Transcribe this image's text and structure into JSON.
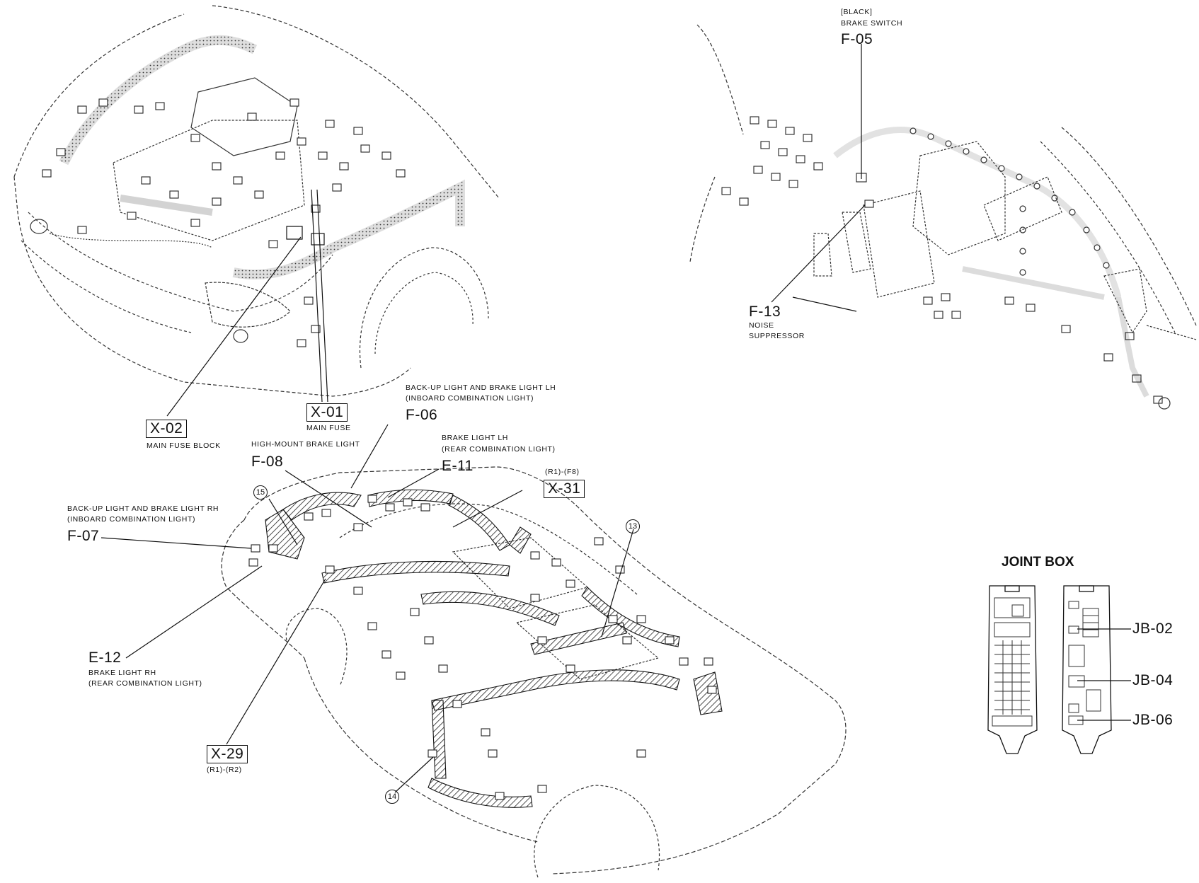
{
  "callouts": {
    "x02": {
      "code": "X-02",
      "desc": "MAIN FUSE BLOCK"
    },
    "x01": {
      "code": "X-01",
      "desc": "MAIN FUSE"
    },
    "f05": {
      "code": "F-05",
      "note": "[BLACK]",
      "desc": "BRAKE SWITCH"
    },
    "f13": {
      "code": "F-13",
      "desc1": "NOISE",
      "desc2": "SUPPRESSOR"
    },
    "f06": {
      "code": "F-06",
      "desc1": "BACK-UP LIGHT AND BRAKE LIGHT LH",
      "desc2": "(INBOARD COMBINATION LIGHT)"
    },
    "f08": {
      "code": "F-08",
      "desc": "HIGH-MOUNT BRAKE LIGHT"
    },
    "e11": {
      "code": "E-11",
      "desc1": "BRAKE LIGHT LH",
      "desc2": "(REAR COMBINATION LIGHT)"
    },
    "x31": {
      "code": "X-31",
      "note": "(R1)-(F8)"
    },
    "f07": {
      "code": "F-07",
      "desc1": "BACK-UP LIGHT AND BRAKE LIGHT RH",
      "desc2": "(INBOARD COMBINATION LIGHT)"
    },
    "e12": {
      "code": "E-12",
      "desc1": "BRAKE LIGHT RH",
      "desc2": "(REAR COMBINATION LIGHT)"
    },
    "x29": {
      "code": "X-29",
      "note": "(R1)-(R2)"
    }
  },
  "ground_points": {
    "g13": "13",
    "g14": "14",
    "g15": "15"
  },
  "joint_box": {
    "title": "JOINT BOX",
    "jb02": "JB-02",
    "jb04": "JB-04",
    "jb06": "JB-06"
  }
}
